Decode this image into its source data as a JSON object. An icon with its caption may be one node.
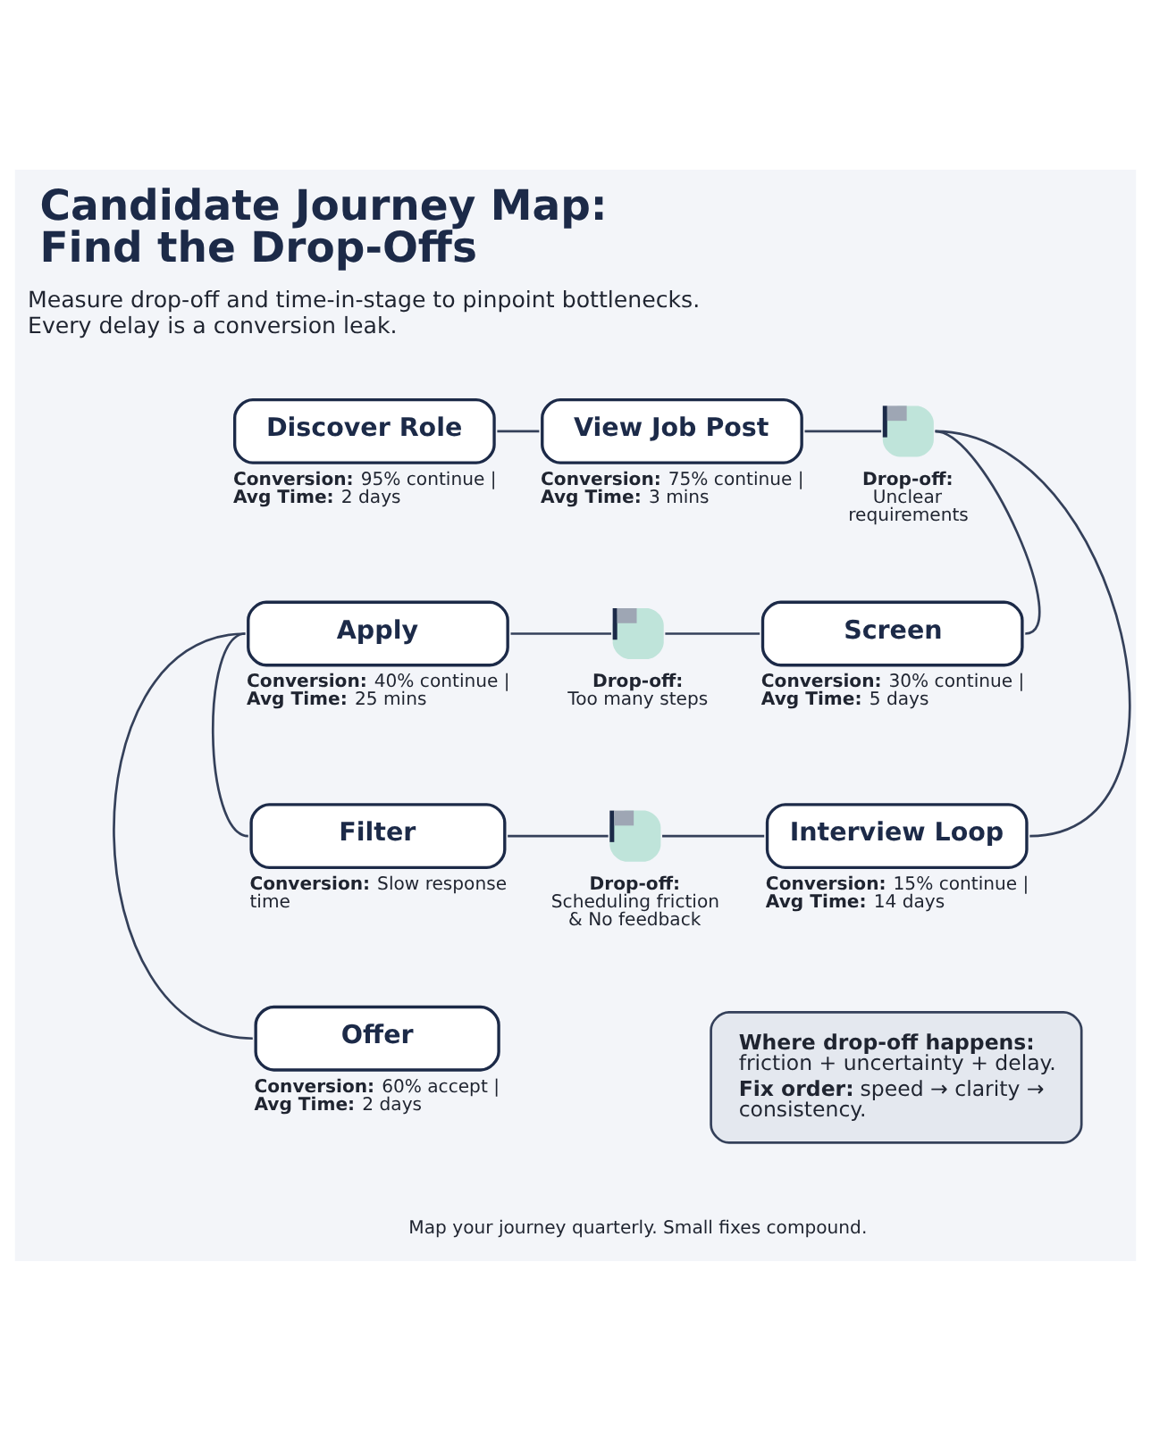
{
  "diagram": {
    "title": "Candidate Journey Map: Find the Drop-Offs",
    "nodes": [
      {
        "text": [
          "Discover Role"
        ],
        "beside": [
          "**Conversion:** 95% continue | **Avg Time:** 2 days"
        ]
      },
      {
        "text": [
          "View Job Post"
        ],
        "beside": [
          "**Conversion:** 75% continue | **Avg Time:** 3 mins"
        ]
      },
      {
        "text": [],
        "shape": "flag",
        "beside": [
          "**Drop-off:** Unclear requirements"
        ]
      },
      {
        "text": [
          "Apply"
        ],
        "beside": [
          "**Conversion:** 40% continue | **Avg Time:** 25 mins"
        ]
      },
      {
        "text": [],
        "shape": "flag",
        "beside": [
          "**Drop-off:** Too many steps"
        ]
      },
      {
        "text": [
          "Screen"
        ],
        "beside": [
          "**Conversion:** 30% continue | **Avg Time:** 5 days"
        ]
      },
      {
        "text": [
          "Filter"
        ],
        "beside": [
          "**Conversion:** Slow response time"
        ]
      },
      {
        "text": [],
        "shape": "flag",
        "beside": [
          "**Drop-off:** Scheduling friction & No feedback"
        ]
      },
      {
        "text": [
          "Interview Loop"
        ],
        "beside": [
          "**Conversion:** 15% continue | **Avg Time:** 14 days"
        ]
      },
      {
        "text": [
          "Offer"
        ],
        "beside": [
          "**Conversion:** 60% accept | **Avg Time:** 2 days"
        ]
      },
      {
        "text": [
          "**Where drop-off happens:** friction + uncertainty + delay.",
          "**Fix order:** speed → clarity → consistency."
        ]
      }
    ],
    "edges": [
      {
        "from": 0,
        "to": 1,
        "arrow": "none"
      },
      {
        "from": 1,
        "to": 2,
        "arrow": "none"
      },
      {
        "from": 2,
        "to": 5,
        "arrow": "none"
      },
      {
        "from": 2,
        "to": 8,
        "arrow": "none"
      },
      {
        "from": 3,
        "to": 4,
        "arrow": "none"
      },
      {
        "from": 4,
        "to": 5,
        "arrow": "none"
      },
      {
        "from": 3,
        "to": 6,
        "arrow": "none"
      },
      {
        "from": 3,
        "to": 9,
        "arrow": "none"
      },
      {
        "from": 6,
        "to": 7,
        "arrow": "none"
      },
      {
        "from": 7,
        "to": 8,
        "arrow": "none"
      }
    ],
    "labels": [
      "Measure drop-off and time-in-stage to pinpoint bottlenecks. Every delay is a conversion leak.",
      "Map your journey quarterly. Small fixes compound."
    ]
  }
}
